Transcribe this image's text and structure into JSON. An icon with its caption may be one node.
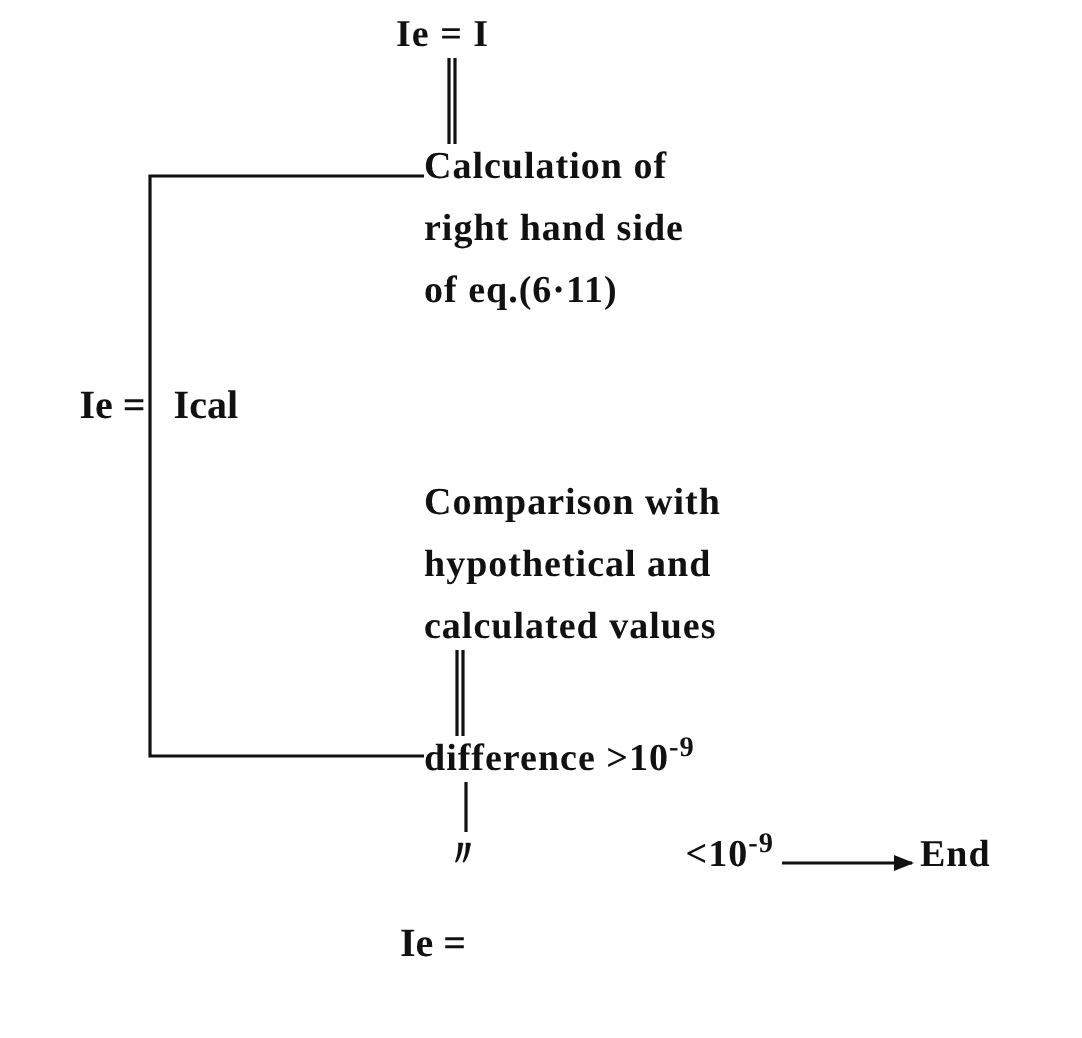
{
  "diagram": {
    "nodes": [
      {
        "text": [
          "Ie = I"
        ]
      },
      {
        "text": [
          "Calculation of right hand side of eq.(6·11)"
        ]
      },
      {
        "text": [
          "Comparison with hypothetical and calculated values"
        ]
      },
      {
        "text": [
          "difference >10$^{-9}$"
        ]
      },
      {
        "text": [
          "〃",
          "<10$^{-9}$"
        ]
      },
      {
        "text": [
          "End"
        ]
      }
    ],
    "edges": [
      {
        "from": 0,
        "to": 1,
        "arrow": "none"
      },
      {
        "from": 2,
        "to": 3,
        "arrow": "none"
      },
      {
        "from": 3,
        "to": 1,
        "arrow": "none",
        "label": "Ie = Ical"
      },
      {
        "from": 3,
        "to": 4,
        "arrow": "none"
      },
      {
        "from": 4,
        "to": 5,
        "arrow": "to"
      }
    ],
    "labels": [
      "Ie ="
    ]
  }
}
